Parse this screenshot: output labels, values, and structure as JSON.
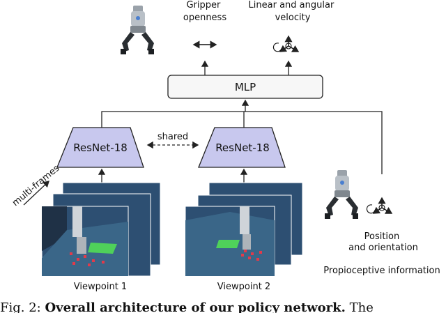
{
  "labels": {
    "gripper_openness": [
      "Gripper",
      "openness"
    ],
    "velocity": [
      "Linear and angular",
      "velocity"
    ],
    "mlp": "MLP",
    "resnet_left": "ResNet-18",
    "resnet_right": "ResNet-18",
    "shared": "shared",
    "multi_frames": "multi-frames",
    "viewpoint1": "Viewpoint 1",
    "viewpoint2": "Viewpoint 2",
    "position_orientation": [
      "Position",
      "and orientation"
    ],
    "proprioceptive": "Propioceptive information"
  },
  "caption": {
    "prefix": "Fig. 2: ",
    "bold": "Overall architecture of our policy network.",
    "suffix": " The"
  },
  "colors": {
    "resnet_fill": "#c8c8ee",
    "box_stroke": "#222222",
    "mlp_fill": "#f7f7f7",
    "scene_bg": "#2d4f72",
    "scene_floor": "#3a6688",
    "green_patch": "#4fd15a",
    "red_cube": "#e23a4a"
  },
  "icons": [
    "robot-gripper-icon",
    "double-arrow-icon",
    "axes-rotation-icon"
  ]
}
